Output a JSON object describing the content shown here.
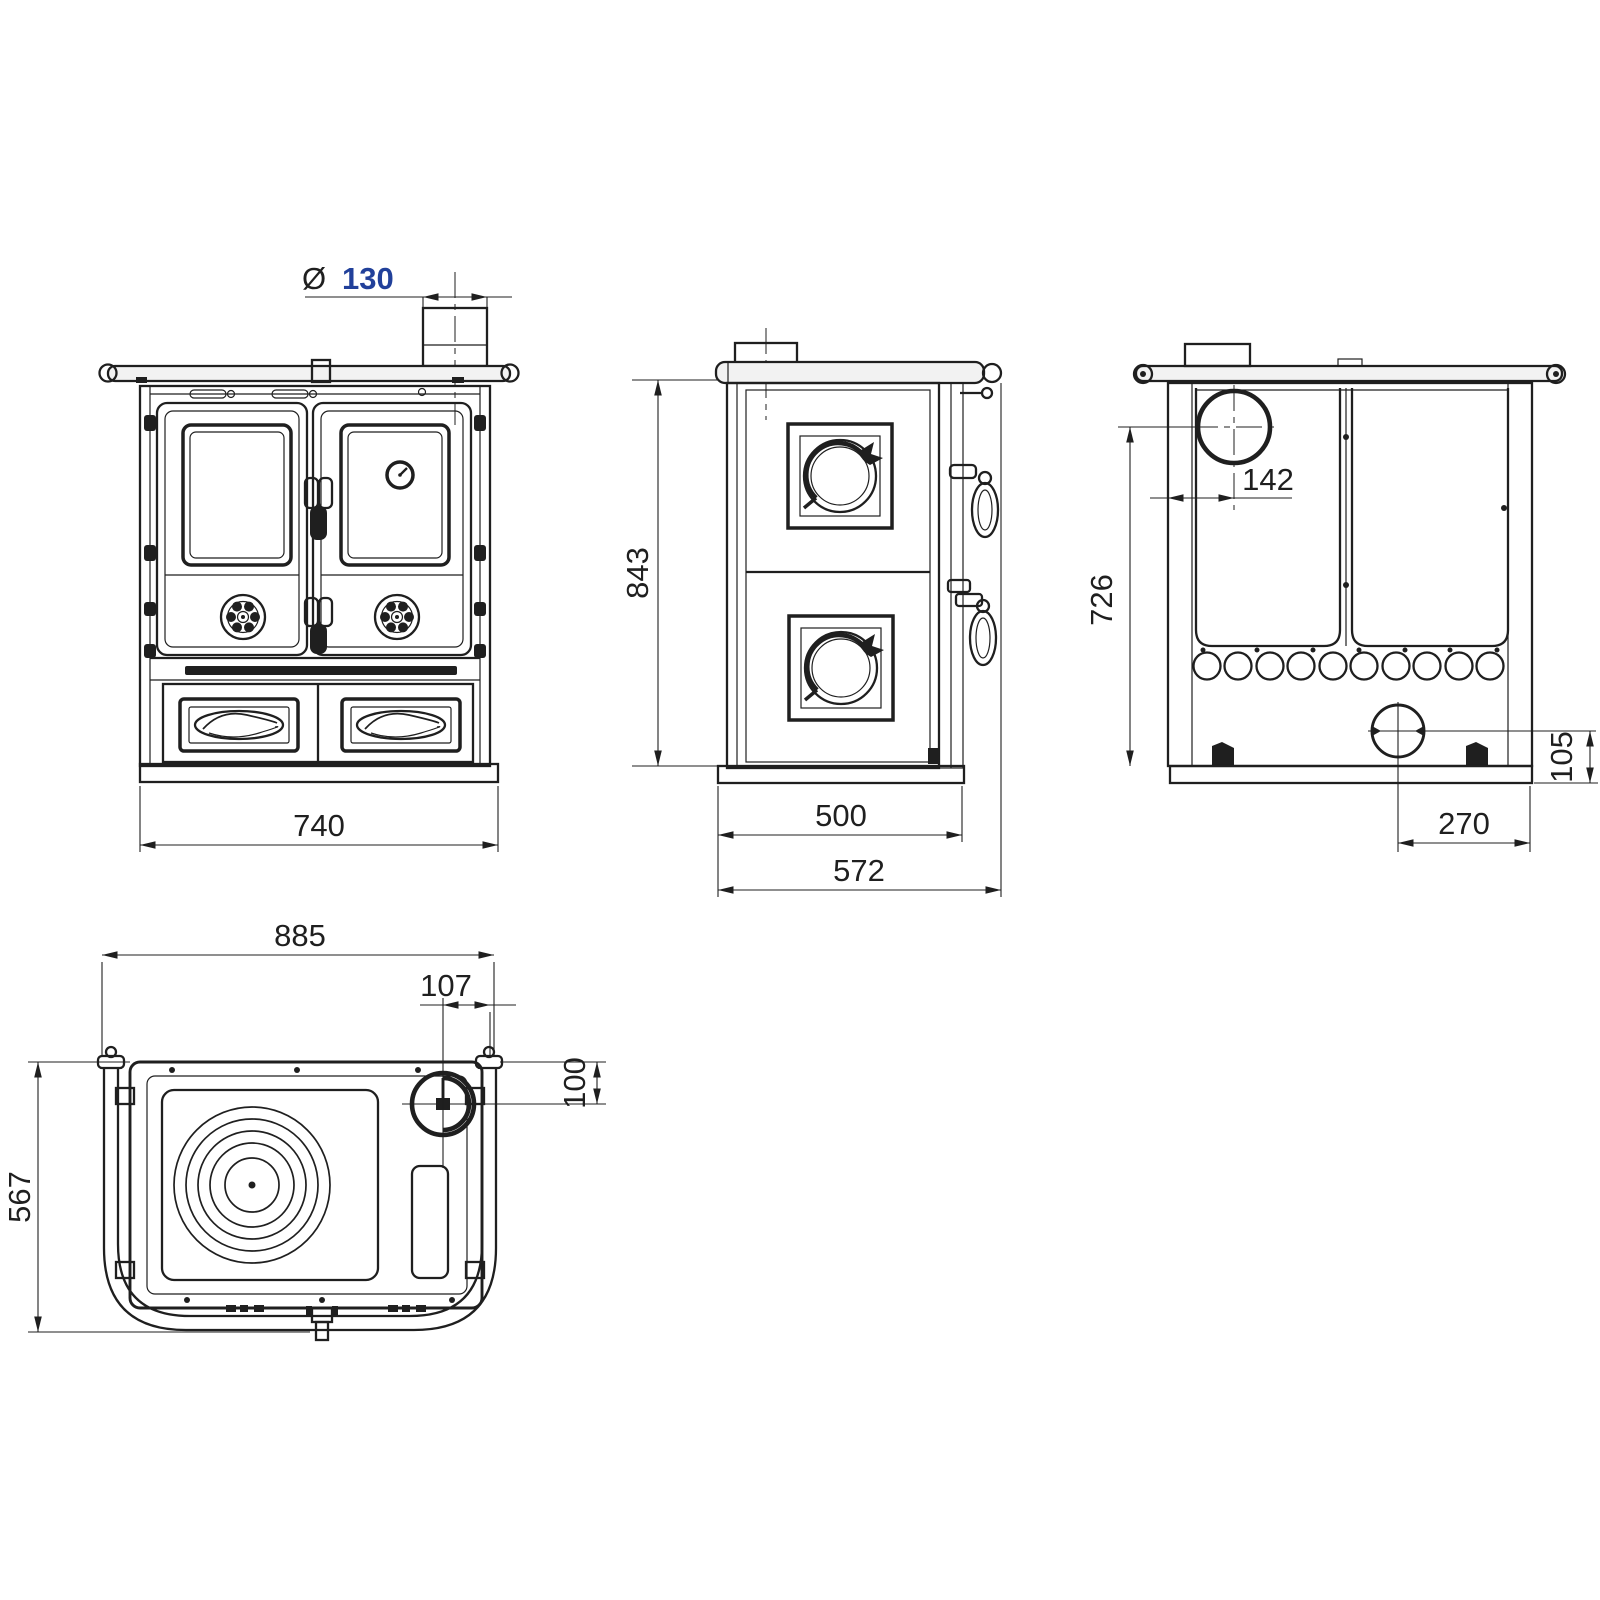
{
  "drawing": {
    "description": "Technical dimensional drawing of a wood-burning cook stove, four orthographic views",
    "units": "mm"
  },
  "colors": {
    "line_color": "#1f1f1f",
    "accent_dim_color": "#21409a",
    "bg_color": "#ffffff"
  },
  "views": {
    "front": {
      "dims": {
        "flue_diameter_symbol": "Ø",
        "flue_diameter": "130",
        "overall_width": "740"
      }
    },
    "side": {
      "dims": {
        "overall_height": "843",
        "body_depth": "500",
        "overall_depth": "572"
      }
    },
    "back": {
      "dims": {
        "flue_center_offset": "142",
        "flue_center_height": "726",
        "outlet_height": "105",
        "outlet_offset": "270"
      }
    },
    "top": {
      "dims": {
        "overall_width": "885",
        "flue_offset_right": "107",
        "flue_offset_back": "100",
        "overall_depth": "567"
      }
    }
  }
}
